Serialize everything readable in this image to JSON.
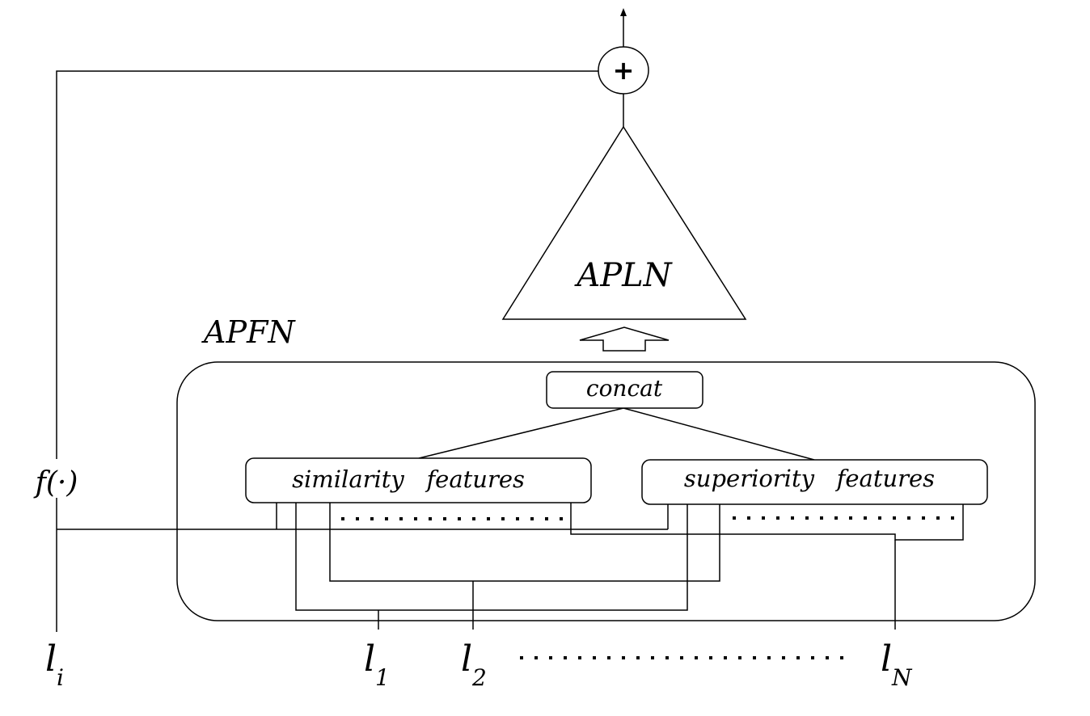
{
  "diagram": {
    "output_op": "+",
    "apln_label": "APLN",
    "apfn_label": "APFN",
    "concat_label": "concat",
    "similarity_label": "similarity   features",
    "superiority_label": "superiority   features",
    "transform_label": "f(·)",
    "inputs": {
      "li": {
        "base": "l",
        "sub": "i"
      },
      "l1": {
        "base": "l",
        "sub": "1"
      },
      "l2": {
        "base": "l",
        "sub": "2"
      },
      "lN": {
        "base": "l",
        "sub": "N"
      }
    }
  }
}
